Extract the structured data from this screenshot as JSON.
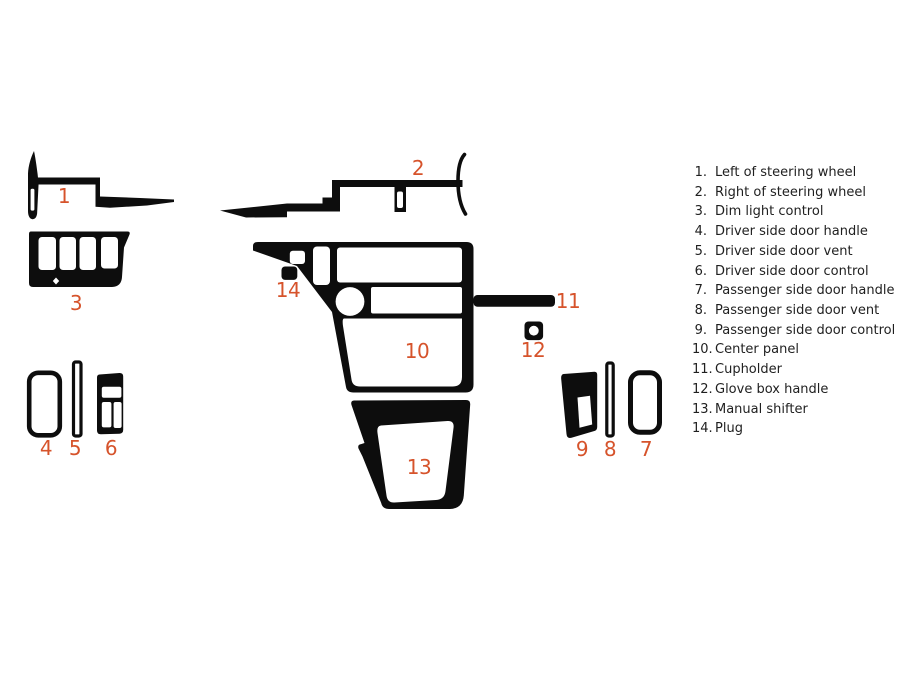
{
  "meta": {
    "background_color": "#ffffff",
    "shape_color": "#0d0d0d",
    "accent_color": "#d6532b",
    "legend_text_color": "#1f1f1f"
  },
  "diagram": {
    "labels": [
      {
        "text": "1"
      },
      {
        "text": "2"
      },
      {
        "text": "3"
      },
      {
        "text": "4"
      },
      {
        "text": "5"
      },
      {
        "text": "6"
      },
      {
        "text": "7"
      },
      {
        "text": "8"
      },
      {
        "text": "9"
      },
      {
        "text": "10"
      },
      {
        "text": "11"
      },
      {
        "text": "12"
      },
      {
        "text": "13"
      },
      {
        "text": "14"
      }
    ]
  },
  "legend": {
    "items": [
      {
        "num": "1.",
        "label": "Left of steering wheel"
      },
      {
        "num": "2.",
        "label": "Right of steering wheel"
      },
      {
        "num": "3.",
        "label": "Dim light control"
      },
      {
        "num": "4.",
        "label": "Driver side door handle"
      },
      {
        "num": "5.",
        "label": "Driver side door vent"
      },
      {
        "num": "6.",
        "label": "Driver side door control"
      },
      {
        "num": "7.",
        "label": "Passenger side door handle"
      },
      {
        "num": "8.",
        "label": "Passenger side door vent"
      },
      {
        "num": "9.",
        "label": "Passenger side door control"
      },
      {
        "num": "10.",
        "label": "Center panel"
      },
      {
        "num": "11.",
        "label": "Cupholder"
      },
      {
        "num": "12.",
        "label": "Glove box handle"
      },
      {
        "num": "13.",
        "label": "Manual shifter"
      },
      {
        "num": "14.",
        "label": "Plug"
      }
    ]
  }
}
